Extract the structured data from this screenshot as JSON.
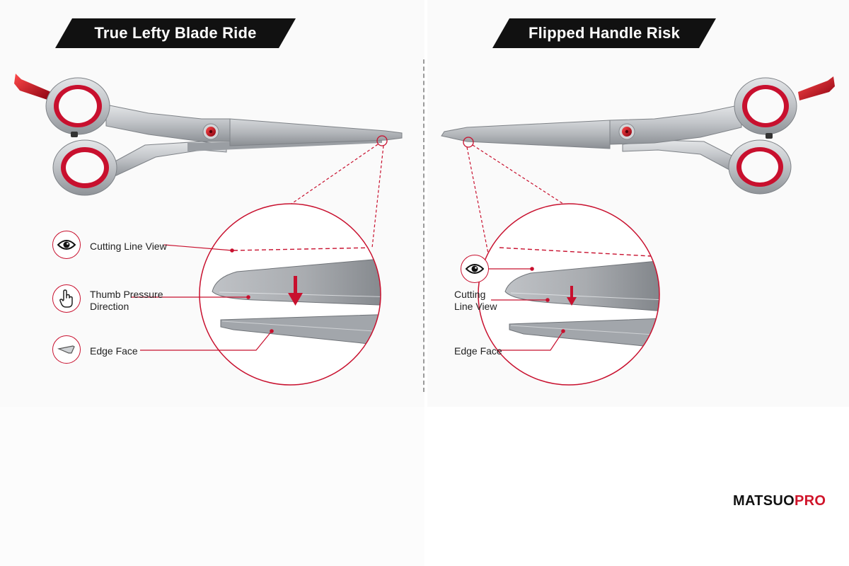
{
  "left_panel": {
    "title": "True Lefty Blade Ride",
    "callouts": {
      "cutting_line": "Cutting Line View",
      "thumb_line1": "Thumb Pressure",
      "thumb_line2": "Direction",
      "edge_face": "Edge Face"
    }
  },
  "right_panel": {
    "title": "Flipped Handle Risk",
    "callouts": {
      "cutting_line1": "Cutting",
      "cutting_line2": "Line View",
      "edge_face": "Edge Face"
    }
  },
  "brand": {
    "part1": "MATSUO",
    "part2": "PRO"
  },
  "icons": [
    "eye-icon",
    "hand-pointer-icon",
    "blade-edge-icon"
  ],
  "colors": {
    "accent": "#d0142a",
    "dark": "#111111",
    "steel": "#b9bcc0"
  }
}
